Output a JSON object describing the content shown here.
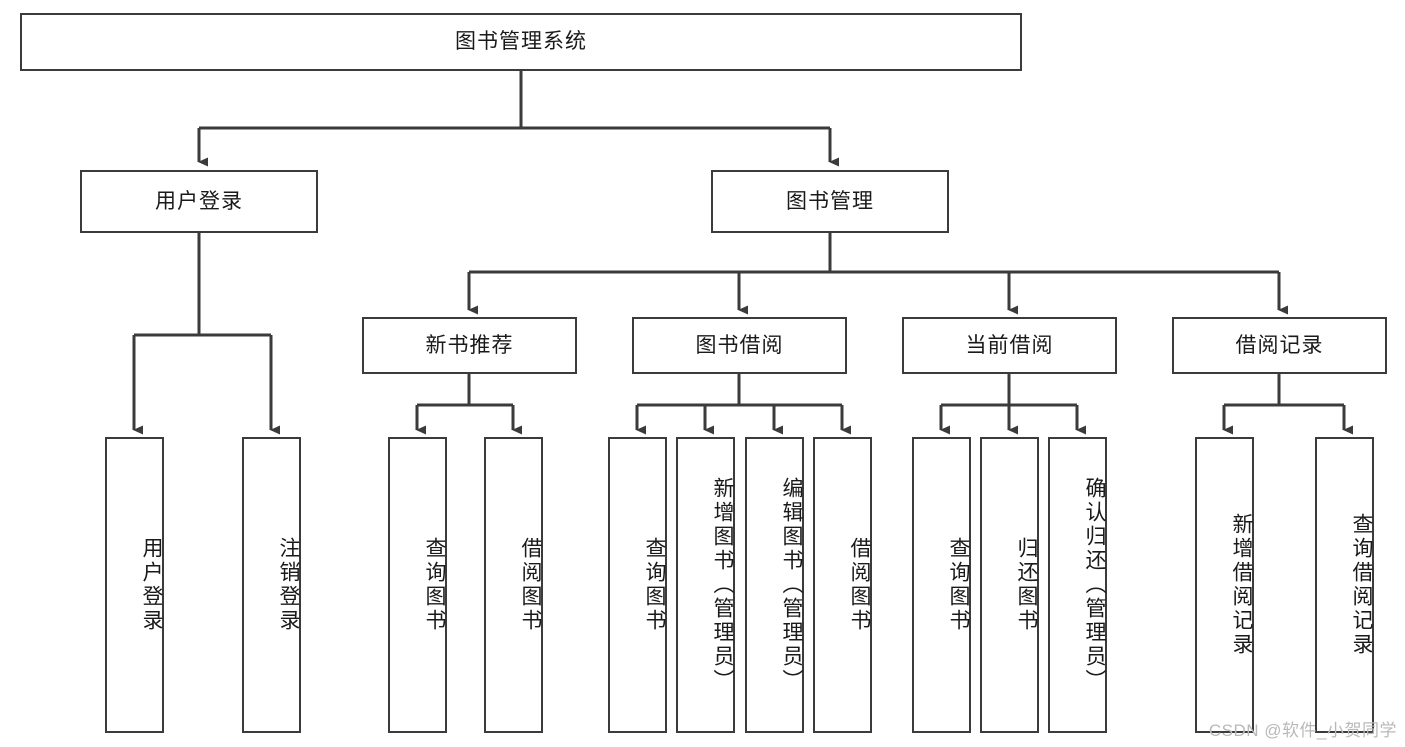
{
  "diagram": {
    "type": "tree",
    "title": "图书管理系统",
    "root": {
      "label": "图书管理系统"
    },
    "level1": [
      {
        "label": "用户登录"
      },
      {
        "label": "图书管理"
      }
    ],
    "level2": [
      {
        "label": "新书推荐"
      },
      {
        "label": "图书借阅"
      },
      {
        "label": "当前借阅"
      },
      {
        "label": "借阅记录"
      }
    ],
    "leaves": {
      "user_login": [
        {
          "label": "用户登录"
        },
        {
          "label": "注销登录"
        }
      ],
      "new_book_recommend": [
        {
          "label": "查询图书"
        },
        {
          "label": "借阅图书"
        }
      ],
      "book_borrow": [
        {
          "label": "查询图书"
        },
        {
          "label": "新增图书（管理员）"
        },
        {
          "label": "编辑图书（管理员）"
        },
        {
          "label": "借阅图书"
        }
      ],
      "current_borrow": [
        {
          "label": "查询图书"
        },
        {
          "label": "归还图书"
        },
        {
          "label": "确认归还（管理员）"
        }
      ],
      "borrow_record": [
        {
          "label": "新增借阅记录"
        },
        {
          "label": "查询借阅记录"
        }
      ]
    }
  },
  "watermark": {
    "text": "CSDN @软件_小贺同学"
  },
  "colors": {
    "stroke": "#3b3b3b",
    "node_fill": "#ffffff",
    "text": "#1a1a1a",
    "watermark": "#b9b9b9",
    "background": "#ffffff"
  }
}
